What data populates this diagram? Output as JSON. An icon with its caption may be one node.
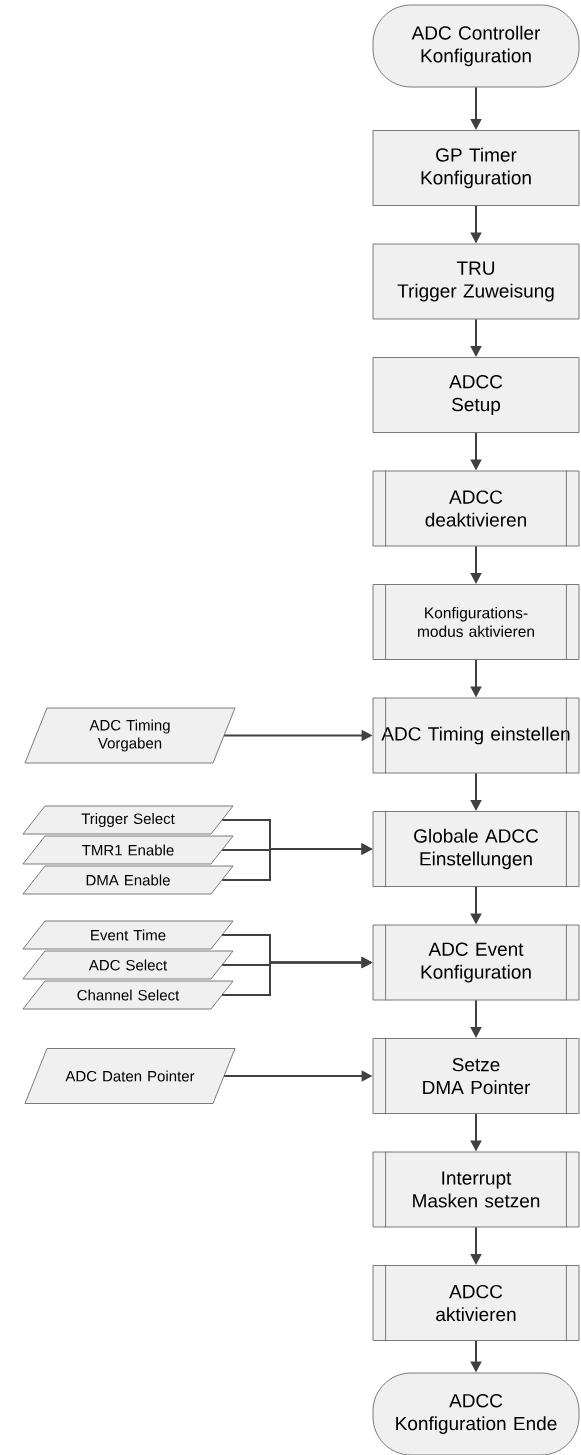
{
  "diagram": {
    "nodes": [
      {
        "text": [
          "ADC Controller Konfiguration"
        ]
      },
      {
        "text": [
          "GP Timer Konfiguration"
        ]
      },
      {
        "text": [
          "TRU Trigger Zuweisung"
        ]
      },
      {
        "text": [
          "ADCC Setup"
        ]
      },
      {
        "text": [
          "ADCC deaktivieren"
        ]
      },
      {
        "text": [
          "Konfigurations- modus aktivieren"
        ]
      },
      {
        "text": [
          "ADC Timing einstellen"
        ]
      },
      {
        "text": [
          "Globale ADCC Einstellungen"
        ]
      },
      {
        "text": [
          "ADC Event Konfiguration"
        ]
      },
      {
        "text": [
          "Setze DMA Pointer"
        ]
      },
      {
        "text": [
          "Interrupt Masken setzen"
        ]
      },
      {
        "text": [
          "ADCC aktivieren"
        ]
      },
      {
        "text": [
          "ADCC Konfiguration Ende"
        ]
      },
      {
        "text": [
          "ADC Timing Vorgaben"
        ]
      },
      {
        "text": [
          "Trigger Select"
        ]
      },
      {
        "text": [
          "TMR1 Enable"
        ]
      },
      {
        "text": [
          "DMA Enable"
        ]
      },
      {
        "text": [
          "Event Time"
        ]
      },
      {
        "text": [
          "ADC Select"
        ]
      },
      {
        "text": [
          "Channel Select"
        ]
      },
      {
        "text": [
          "ADC Daten Pointer"
        ]
      }
    ],
    "edges": [
      {
        "from": 0,
        "to": 1,
        "arrow": "to"
      },
      {
        "from": 1,
        "to": 2,
        "arrow": "to"
      },
      {
        "from": 2,
        "to": 3,
        "arrow": "to"
      },
      {
        "from": 3,
        "to": 4,
        "arrow": "to"
      },
      {
        "from": 4,
        "to": 5,
        "arrow": "to"
      },
      {
        "from": 5,
        "to": 6,
        "arrow": "to"
      },
      {
        "from": 6,
        "to": 7,
        "arrow": "to"
      },
      {
        "from": 7,
        "to": 8,
        "arrow": "to"
      },
      {
        "from": 8,
        "to": 9,
        "arrow": "to"
      },
      {
        "from": 9,
        "to": 10,
        "arrow": "to"
      },
      {
        "from": 10,
        "to": 11,
        "arrow": "to"
      },
      {
        "from": 11,
        "to": 12,
        "arrow": "to"
      },
      {
        "from": 13,
        "to": 6,
        "arrow": "to"
      },
      {
        "from": 14,
        "to": 7,
        "arrow": "to"
      },
      {
        "from": 15,
        "to": 7,
        "arrow": "to"
      },
      {
        "from": 16,
        "to": 7,
        "arrow": "to"
      },
      {
        "from": 17,
        "to": 8,
        "arrow": "to"
      },
      {
        "from": 18,
        "to": 8,
        "arrow": "to"
      },
      {
        "from": 19,
        "to": 8,
        "arrow": "to"
      },
      {
        "from": 20,
        "to": 9,
        "arrow": "to"
      }
    ]
  }
}
